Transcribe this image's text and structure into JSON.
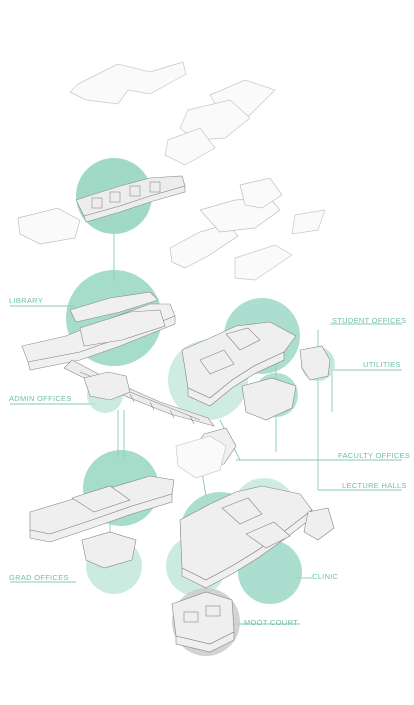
{
  "colors": {
    "teal": "#8fd3bd",
    "teal_light": "#bfe6d8",
    "gray": "#c9cccc",
    "line": "#86cbb4",
    "label": "#6fbfa4",
    "structure": "#9a9a9a",
    "outline": "#bdbdbd"
  },
  "labels": {
    "library": "LIBRARY",
    "admin_offices": "ADMIN OFFICES",
    "grad_offices": "GRAD OFFICES",
    "student_offices": "STUDENT OFFICES",
    "utilities": "UTILITIES",
    "faculty_offices": "FACULTY OFFICES",
    "lecture_halls": "LECTURE HALLS",
    "clinic": "CLINIC",
    "moot_court": "MOOT COURT"
  }
}
